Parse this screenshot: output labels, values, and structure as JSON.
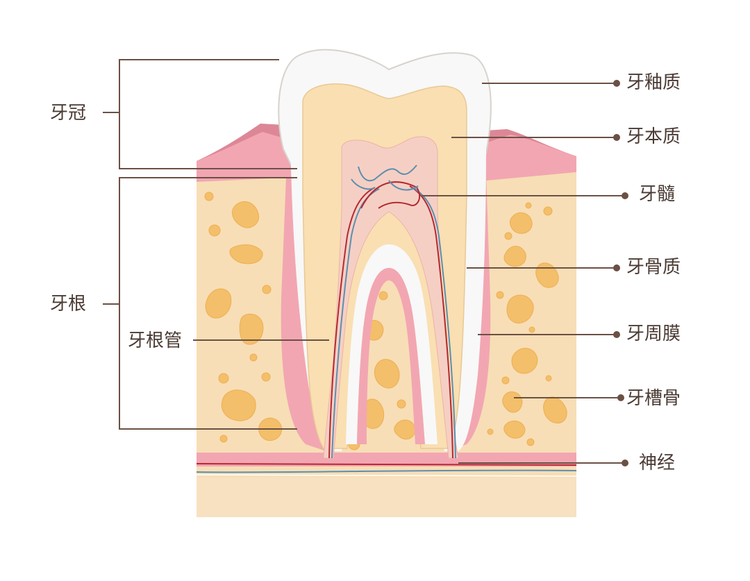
{
  "labels": {
    "crown": "牙冠",
    "root": "牙根",
    "root_canal": "牙根管",
    "enamel": "牙釉质",
    "dentin": "牙本质",
    "pulp": "牙髓",
    "cementum": "牙骨质",
    "periodontal_ligament": "牙周膜",
    "alveolar_bone": "牙槽骨",
    "nerve": "神经"
  },
  "colors": {
    "bone": "#f7deb6",
    "bone_spots": "#f3bf6a",
    "gum": "#f2a6b2",
    "gum_dark": "#dd8796",
    "enamel": "#f8f8f8",
    "dentin": "#f9dfb2",
    "pulp": "#f6cfc4",
    "leader_line": "#6b5044"
  }
}
